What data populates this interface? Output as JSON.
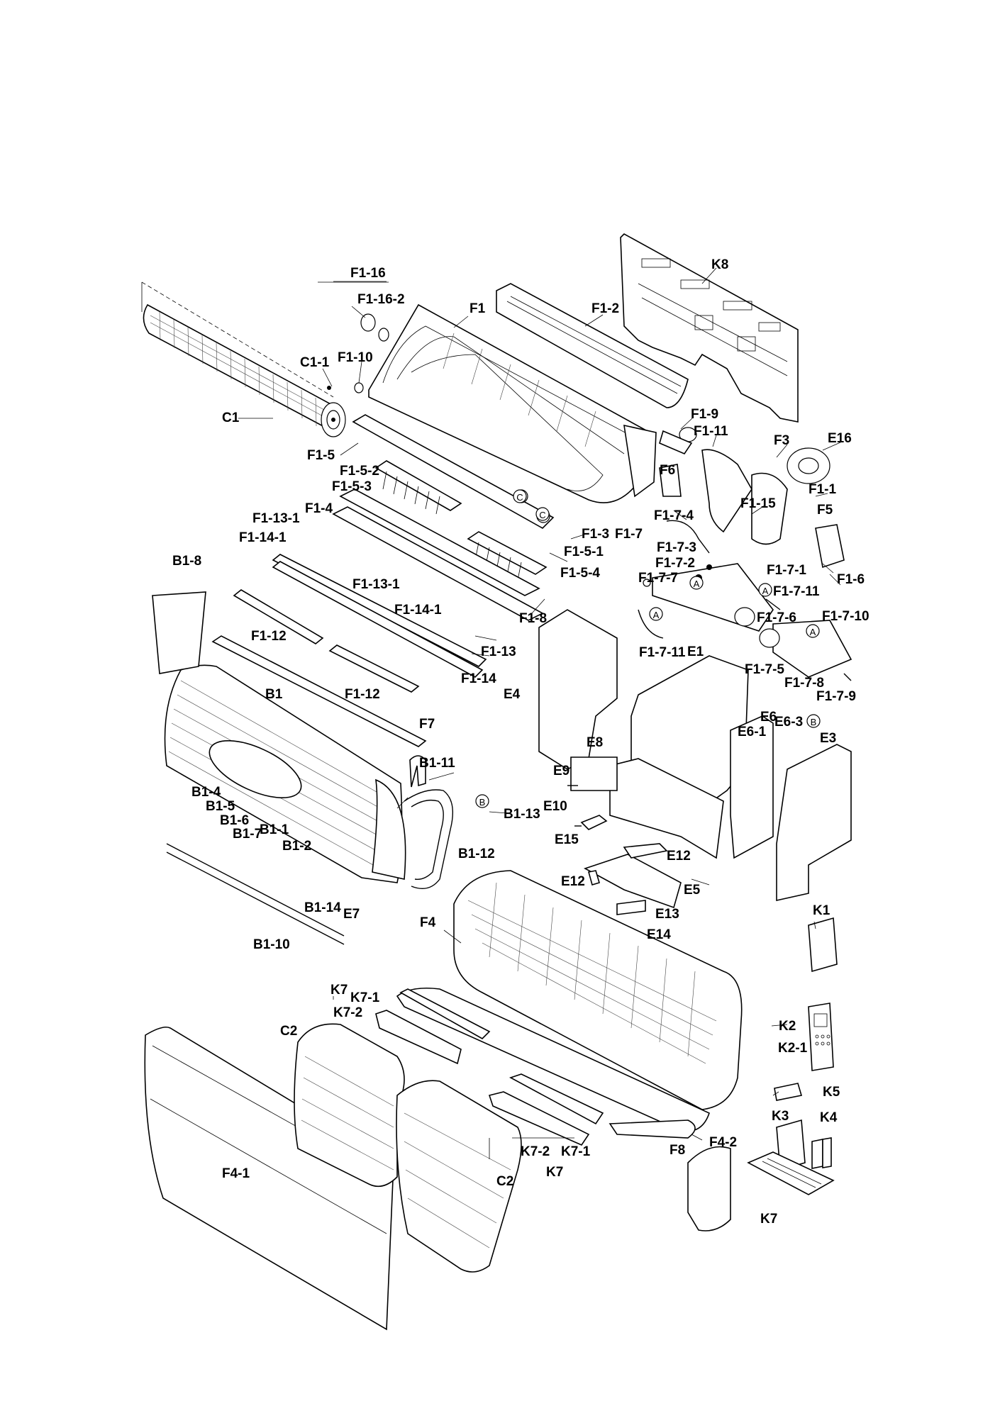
{
  "labels": {
    "F1-16": "F1-16",
    "F1-16-2": "F1-16-2",
    "F1": "F1",
    "F1-2": "F1-2",
    "K8": "K8",
    "C1-1": "C1-1",
    "F1-10": "F1-10",
    "C1": "C1",
    "F1-5": "F1-5",
    "F1-5-2": "F1-5-2",
    "F1-5-3": "F1-5-3",
    "F1-9": "F1-9",
    "F1-11": "F1-11",
    "F3": "F3",
    "E16": "E16",
    "F6": "F6",
    "F1-1": "F1-1",
    "F5": "F5",
    "F1-15": "F1-15",
    "F1-7-4": "F1-7-4",
    "F1-3": "F1-3",
    "F1-7": "F1-7",
    "F1-7-3": "F1-7-3",
    "F1-7-2": "F1-7-2",
    "F1-6": "F1-6",
    "F1-13-1a": "F1-13-1",
    "F1-4": "F1-4",
    "F1-14-1a": "F1-14-1",
    "F1-5-1": "F1-5-1",
    "F1-5-4": "F1-5-4",
    "F1-7-7": "F1-7-7",
    "F1-7-1": "F1-7-1",
    "F1-7-11a": "F1-7-11",
    "B1-8": "B1-8",
    "F1-13-1b": "F1-13-1",
    "F1-14-1b": "F1-14-1",
    "F1-8": "F1-8",
    "F1-7-6": "F1-7-6",
    "F1-7-10": "F1-7-10",
    "F1-12a": "F1-12",
    "F1-13": "F1-13",
    "F1-7-11b": "F1-7-11",
    "E1": "E1",
    "F1-14": "F1-14",
    "F1-7-5": "F1-7-5",
    "F1-7-8": "F1-7-8",
    "F1-7-9": "F1-7-9",
    "B1": "B1",
    "F1-12b": "F1-12",
    "E4": "E4",
    "F7": "F7",
    "E6": "E6",
    "E6-1": "E6-1",
    "E6-3": "E6-3",
    "E3": "E3",
    "E8": "E8",
    "B1-11": "B1-11",
    "E9": "E9",
    "B1-4": "B1-4",
    "B1-5": "B1-5",
    "B1-6": "B1-6",
    "B1-7": "B1-7",
    "B1-1": "B1-1",
    "B1-2": "B1-2",
    "B1-13": "B1-13",
    "E10": "E10",
    "E15": "E15",
    "B1-12": "B1-12",
    "E12a": "E12",
    "E12b": "E12",
    "E5": "E5",
    "B1-14": "B1-14",
    "E7": "E7",
    "E13": "E13",
    "F4": "F4",
    "K1": "K1",
    "E14": "E14",
    "B1-10": "B1-10",
    "K7a": "K7",
    "K7-1a": "K7-1",
    "K7-2a": "K7-2",
    "C2a": "C2",
    "K2": "K2",
    "K2-1": "K2-1",
    "K5": "K5",
    "K3": "K3",
    "K4": "K4",
    "F4-2": "F4-2",
    "K7-2b": "K7-2",
    "K7-1b": "K7-1",
    "K7b": "K7",
    "F8": "F8",
    "C2b": "C2",
    "F4-1": "F4-1",
    "K7c": "K7"
  },
  "markers": {
    "C": "C",
    "A": "A",
    "B": "B"
  }
}
